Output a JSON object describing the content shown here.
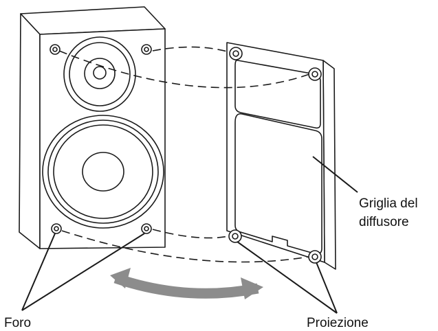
{
  "labels": {
    "grille_line1": "Griglia del",
    "grille_line2": "diffusore",
    "hole": "Foro",
    "projection": "Proiezione"
  },
  "colors": {
    "line": "#1a1a1a",
    "arrow": "#8c8c8c",
    "background": "#ffffff"
  },
  "icons": {
    "speaker": "speaker-cabinet-icon",
    "grille": "speaker-grille-icon",
    "rotate": "curved-double-arrow-icon"
  }
}
